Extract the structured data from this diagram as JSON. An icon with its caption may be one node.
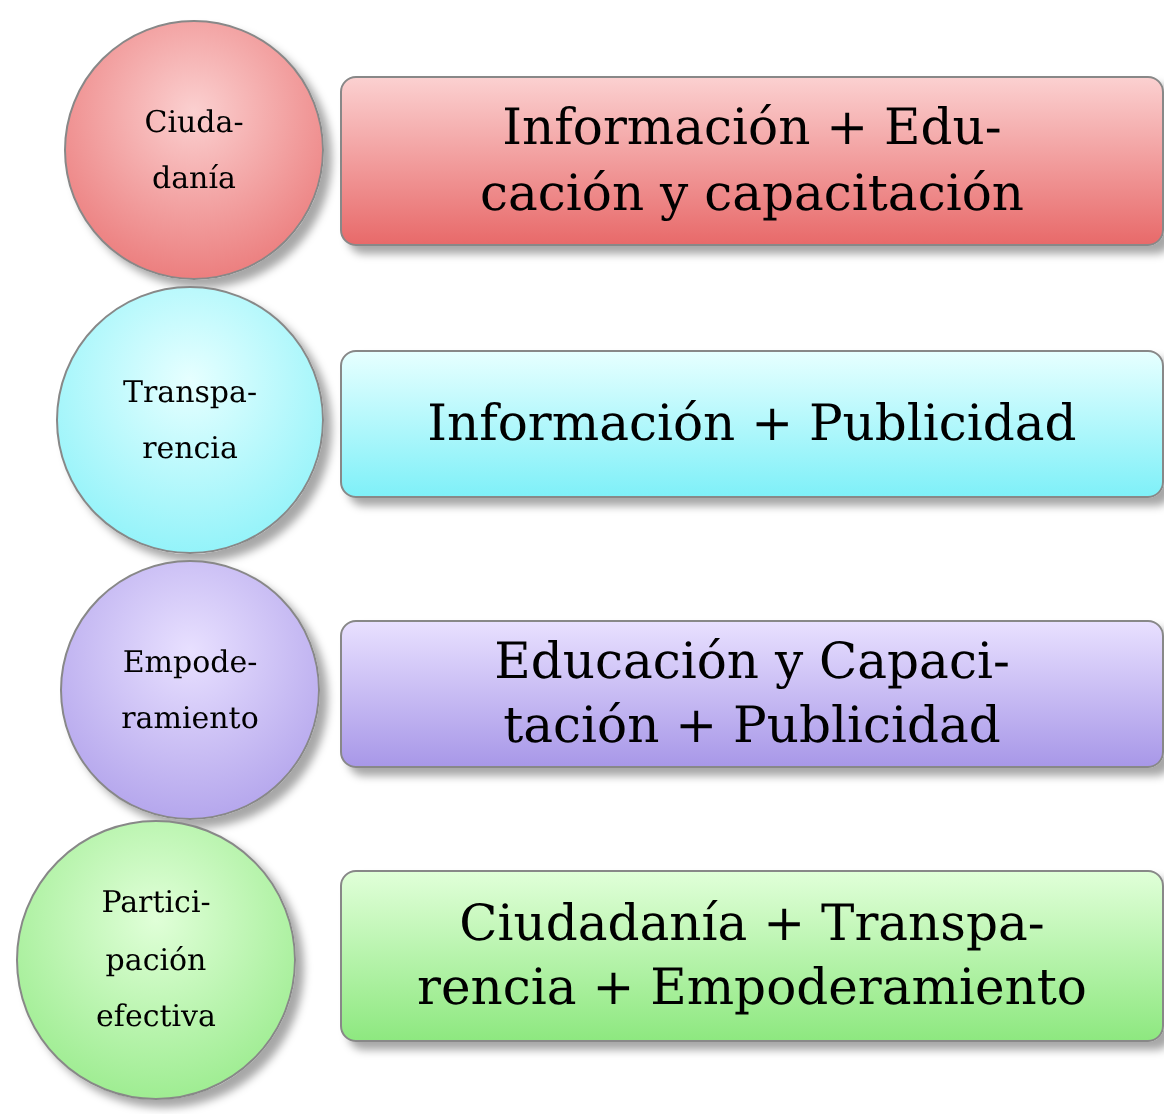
{
  "diagram": {
    "nodes": [
      {
        "text": [
          "Ciuda- danía"
        ]
      },
      {
        "text": [
          "Información + Edu- cación y capacitación"
        ]
      },
      {
        "text": [
          "Transpa- rencia"
        ]
      },
      {
        "text": [
          "Información + Publicidad"
        ]
      },
      {
        "text": [
          "Empode- ramiento"
        ]
      },
      {
        "text": [
          "Educación y Capaci- tación + Publicidad"
        ]
      },
      {
        "text": [
          "Partici- pación efectiva"
        ]
      },
      {
        "text": [
          "Ciudadanía + Transpa- rencia + Empoderamiento"
        ]
      }
    ]
  }
}
